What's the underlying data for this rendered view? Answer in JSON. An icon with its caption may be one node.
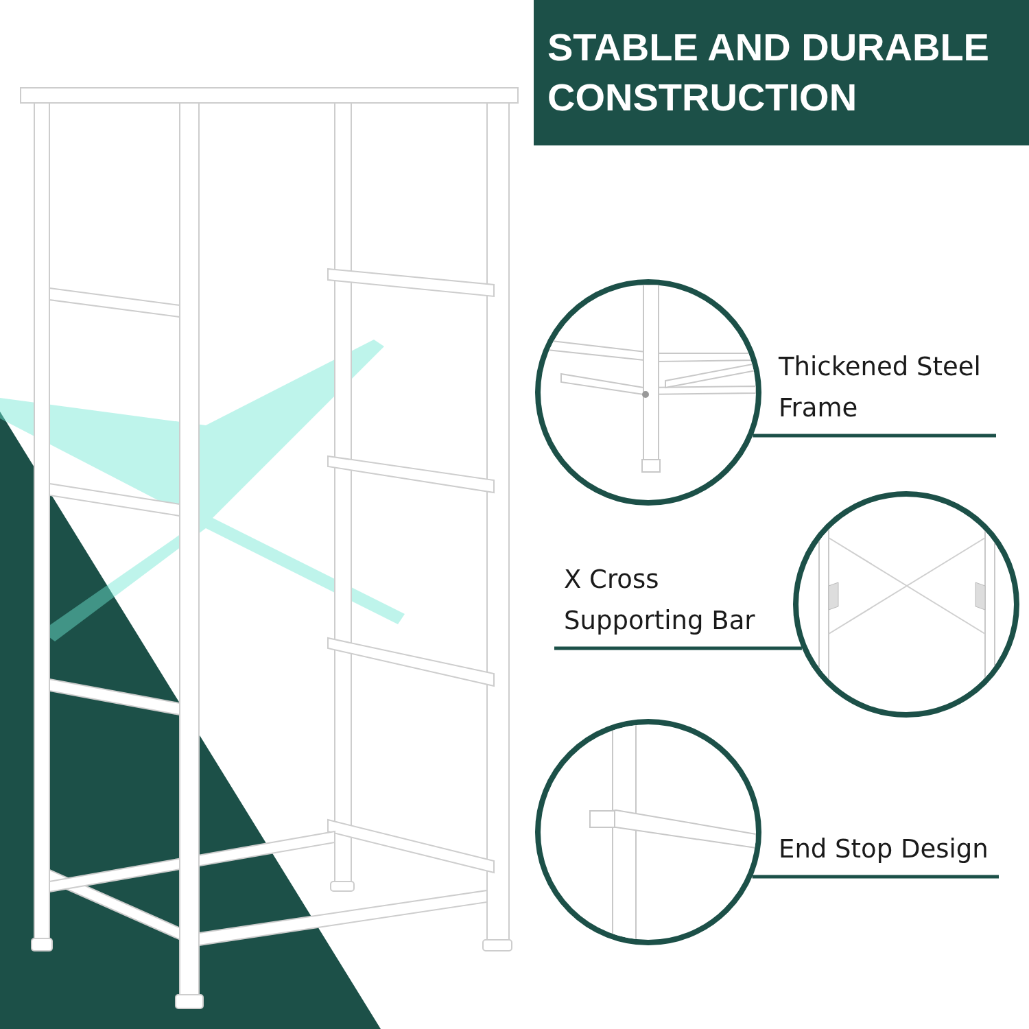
{
  "diagram": {
    "title": "STABLE AND DURABLE CONSTRUCTION",
    "nodes": [
      {
        "text": [],
        "shape": "picture"
      },
      {
        "text": [
          "Thickened Steel Frame"
        ]
      },
      {
        "text": [
          "X Cross Supporting Bar"
        ]
      },
      {
        "text": [],
        "shape": "picture"
      },
      {
        "text": [],
        "shape": "picture"
      },
      {
        "text": [
          "End Stop Design"
        ]
      }
    ],
    "edges": [
      {
        "from": 1,
        "to": 0,
        "arrow": "none"
      },
      {
        "from": 2,
        "to": 3,
        "arrow": "none"
      },
      {
        "from": 5,
        "to": 4,
        "arrow": "none"
      }
    ]
  }
}
